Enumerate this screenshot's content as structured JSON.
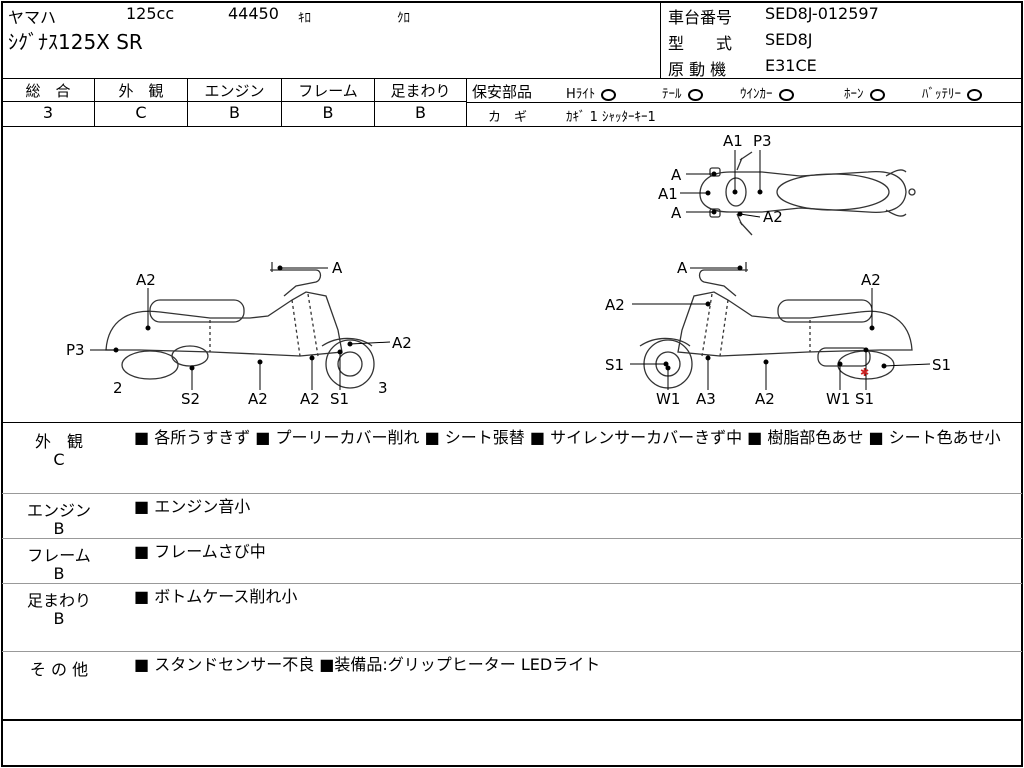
{
  "header": {
    "maker": "ヤマハ",
    "displacement": "125cc",
    "mileage": "44450",
    "mileage_unit": "ｷﾛ",
    "color": "ｸﾛ",
    "model_name": "ｼｸﾞﾅｽ125X SR",
    "frame_no_label": "車台番号",
    "frame_no": "SED8J-012597",
    "type_label": "型　　式",
    "type": "SED8J",
    "engine_label": "原 動 機",
    "engine": "E31CE"
  },
  "grades": {
    "overall_label": "総　合",
    "overall": "3",
    "exterior_label": "外　観",
    "exterior": "C",
    "engine_label": "エンジン",
    "engine": "B",
    "frame_label": "フレーム",
    "frame": "B",
    "suspension_label": "足まわり",
    "suspension": "B"
  },
  "safety": {
    "label": "保安部品",
    "headlight": "Hﾗｲﾄ",
    "taillight": "ﾃｰﾙ",
    "winker": "ｳｲﾝｶｰ",
    "horn": "ﾎｰﾝ",
    "battery": "ﾊﾞｯﾃﾘｰ",
    "key_label": "カ　ギ",
    "key_value": "ｶｷﾞ 1 ｼｬｯﾀｰｷｰ1"
  },
  "diagram_labels": {
    "top_a1": "A1",
    "top_p3": "P3",
    "top_a_upper": "A",
    "top_a1_left": "A1",
    "top_a_lower": "A",
    "top_a2": "A2",
    "left_a": "A",
    "left_a2_top": "A2",
    "left_p3": "P3",
    "left_a2_right": "A2",
    "left_2": "2",
    "left_3": "3",
    "left_s2": "S2",
    "left_a2_b1": "A2",
    "left_a2_b2": "A2",
    "left_s1": "S1",
    "right_a": "A",
    "right_a2_top": "A2",
    "right_a2_left": "A2",
    "right_s1_left": "S1",
    "right_s1_right": "S1",
    "right_w1_a": "W1",
    "right_a3": "A3",
    "right_a2_bottom": "A2",
    "right_w1_b": "W1",
    "right_s1_bottom": "S1"
  },
  "sections": [
    {
      "label": "外　観",
      "grade": "C",
      "text": "■ 各所うすきず ■ プーリーカバー削れ ■ シート張替 ■ サイレンサーカバーきず中 ■ 樹脂部色あせ ■ シート色あせ小"
    },
    {
      "label": "エンジン",
      "grade": "B",
      "text": "■ エンジン音小"
    },
    {
      "label": "フレーム",
      "grade": "B",
      "text": "■ フレームさび中"
    },
    {
      "label": "足まわり",
      "grade": "B",
      "text": "■ ボトムケース削れ小"
    },
    {
      "label": "そ の 他",
      "grade": "",
      "text": "■ スタンドセンサー不良 ■装備品:グリップヒーター LEDライト"
    }
  ],
  "colors": {
    "line": "#000000",
    "diagram_line": "#333333",
    "background": "#ffffff"
  }
}
